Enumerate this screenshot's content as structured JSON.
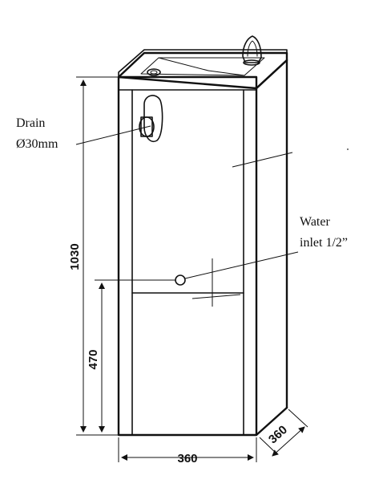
{
  "labels": {
    "drain_line1": "Drain",
    "drain_line2": "Ø30mm",
    "water_line1": "Water",
    "water_line2": "inlet 1/2”"
  },
  "dimensions": {
    "total_height": "1030",
    "inlet_height": "470",
    "width": "360",
    "depth": "360"
  }
}
